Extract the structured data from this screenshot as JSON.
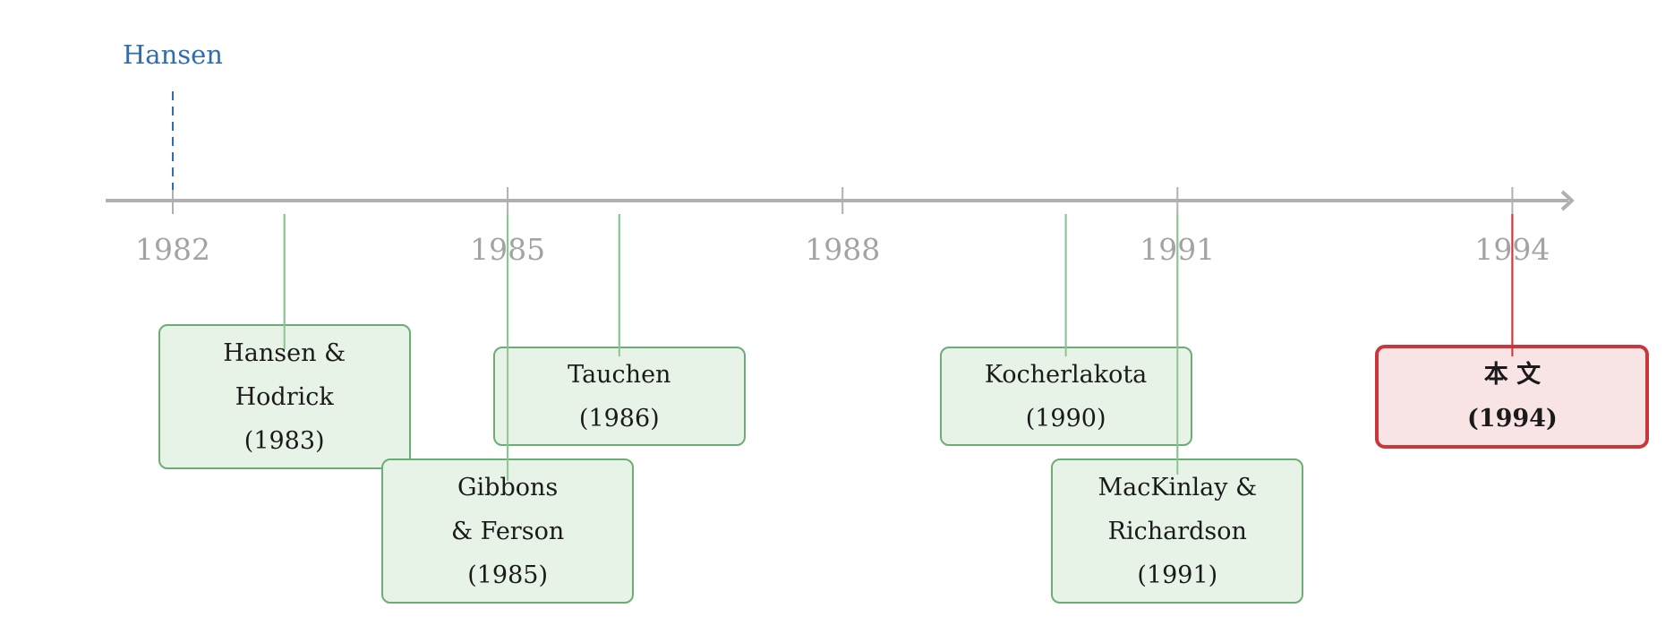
{
  "timeline": {
    "axis_color": "#b0b0b0",
    "ticks": [
      "1982",
      "1985",
      "1988",
      "1991",
      "1994"
    ],
    "marker": {
      "label": "Hansen",
      "year": 1982,
      "color": "#2e6db0"
    }
  },
  "events": [
    {
      "id": "hansen-hodrick",
      "year": 1983,
      "lines": [
        "Hansen &",
        "Hodrick",
        "(1983)"
      ],
      "style": "green"
    },
    {
      "id": "gibbons-ferson",
      "year": 1985,
      "lines": [
        "Gibbons",
        "& Ferson",
        "(1985)"
      ],
      "style": "green"
    },
    {
      "id": "tauchen",
      "year": 1986,
      "lines": [
        "Tauchen",
        "(1986)"
      ],
      "style": "green"
    },
    {
      "id": "kocherlakota",
      "year": 1990,
      "lines": [
        "Kocherlakota",
        "(1990)"
      ],
      "style": "green"
    },
    {
      "id": "mackinlay-richardson",
      "year": 1991,
      "lines": [
        "MacKinlay &",
        "Richardson",
        "(1991)"
      ],
      "style": "green"
    },
    {
      "id": "this-paper",
      "year": 1994,
      "lines": [
        "本 文",
        "(1994)"
      ],
      "style": "red"
    }
  ],
  "colors": {
    "green_fill": "#e8f3e8",
    "green_border": "#6aae74",
    "green_connector": "#8cc594",
    "red_fill": "#f8e4e5",
    "red_border": "#c9363c"
  }
}
